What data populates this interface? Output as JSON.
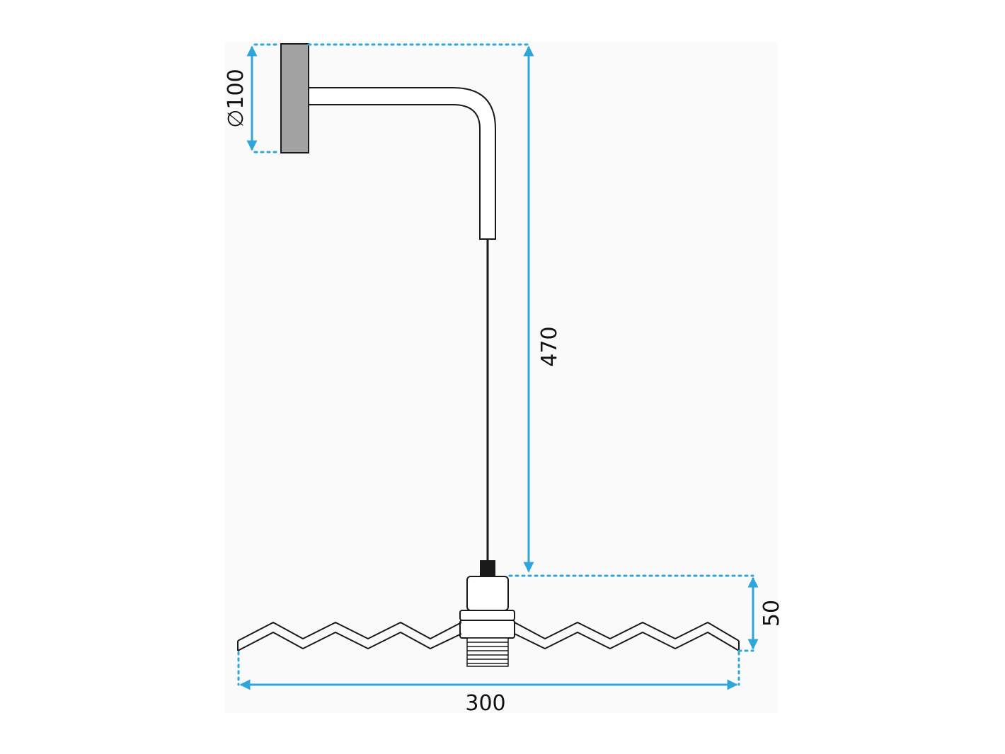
{
  "dimensions": {
    "backplate_diameter": "∅100",
    "drop_height": "470",
    "shade_height": "50",
    "shade_width": "300"
  },
  "colors": {
    "dimension_line": "#2fa6da",
    "outline": "#1a1a1a",
    "backplate_fill": "#a3a3a3",
    "arm_fill": "#ffffff",
    "background_panel": "#fafafa"
  }
}
